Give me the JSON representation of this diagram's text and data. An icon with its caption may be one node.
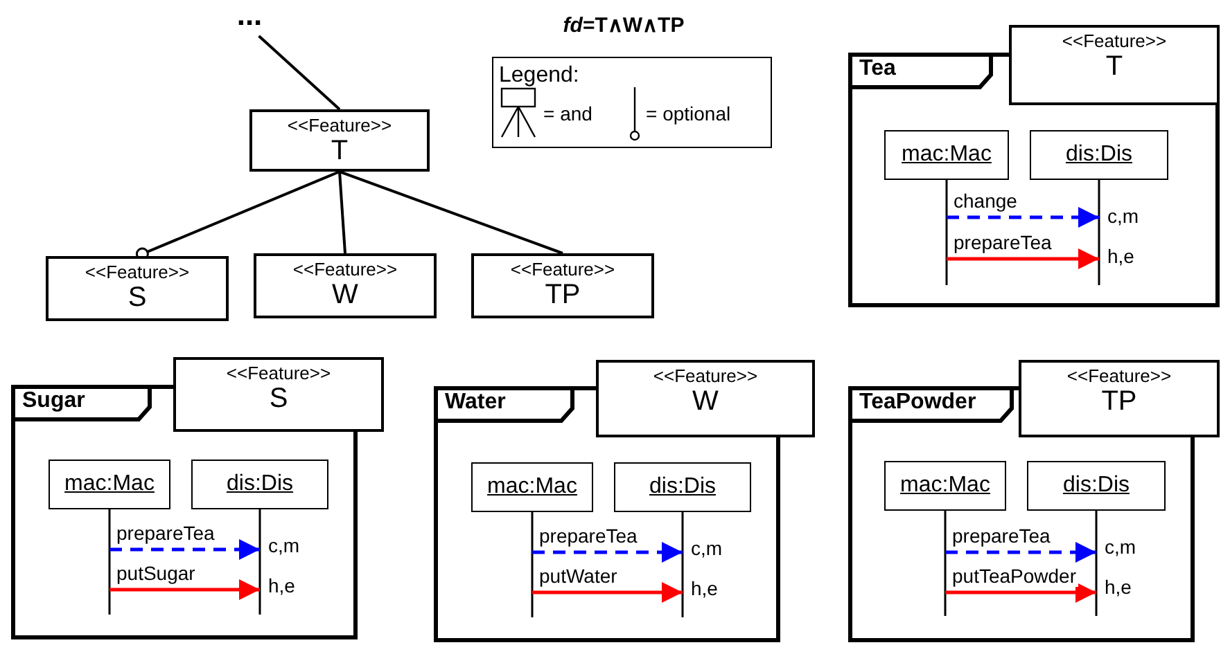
{
  "diagram": {
    "title": "*fd*=T∧W∧TP",
    "nodes": [
      {
        "text": [
          "..."
        ]
      },
      {
        "text": [
          "<<Feature>>",
          "T"
        ]
      },
      {
        "text": [
          "<<Feature>>",
          "S"
        ]
      },
      {
        "text": [
          "<<Feature>>",
          "W"
        ]
      },
      {
        "text": [
          "<<Feature>>",
          "TP"
        ]
      },
      {
        "text": [
          "Tea"
        ]
      },
      {
        "text": [
          "<<Feature>>",
          "T"
        ]
      },
      {
        "text": [
          "mac:Mac"
        ],
        "in": 5
      },
      {
        "text": [
          "dis:Dis"
        ],
        "in": 5,
        "beside": [
          "c,m",
          "h,e"
        ]
      },
      {
        "text": [
          "Sugar"
        ]
      },
      {
        "text": [
          "<<Feature>>",
          "S"
        ]
      },
      {
        "text": [
          "mac:Mac"
        ],
        "in": 9
      },
      {
        "text": [
          "dis:Dis"
        ],
        "in": 9,
        "beside": [
          "c,m",
          "h,e"
        ]
      },
      {
        "text": [
          "Water"
        ]
      },
      {
        "text": [
          "<<Feature>>",
          "W"
        ]
      },
      {
        "text": [
          "mac:Mac"
        ],
        "in": 13
      },
      {
        "text": [
          "dis:Dis"
        ],
        "in": 13,
        "beside": [
          "c,m",
          "h,e"
        ]
      },
      {
        "text": [
          "TeaPowder"
        ]
      },
      {
        "text": [
          "<<Feature>>",
          "TP"
        ]
      },
      {
        "text": [
          "mac:Mac"
        ],
        "in": 17
      },
      {
        "text": [
          "dis:Dis"
        ],
        "in": 17,
        "beside": [
          "c,m",
          "h,e"
        ]
      }
    ],
    "edges": [
      {
        "from": 0,
        "to": 1,
        "arrow": "none"
      },
      {
        "from": 1,
        "to": 2,
        "arrow": "other"
      },
      {
        "from": 1,
        "to": 3,
        "arrow": "none"
      },
      {
        "from": 1,
        "to": 4,
        "arrow": "none"
      },
      {
        "from": 7,
        "to": 8,
        "arrow": "to",
        "label": "change",
        "style": "dashed",
        "color": "#0000ff"
      },
      {
        "from": 7,
        "to": 8,
        "arrow": "to",
        "label": "prepareTea",
        "color": "#ff0000"
      },
      {
        "from": 11,
        "to": 12,
        "arrow": "to",
        "label": "prepareTea",
        "style": "dashed",
        "color": "#0000ff"
      },
      {
        "from": 11,
        "to": 12,
        "arrow": "to",
        "label": "putSugar",
        "color": "#ff0000"
      },
      {
        "from": 15,
        "to": 16,
        "arrow": "to",
        "label": "prepareTea",
        "style": "dashed",
        "color": "#0000ff"
      },
      {
        "from": 15,
        "to": 16,
        "arrow": "to",
        "label": "putWater",
        "color": "#ff0000"
      },
      {
        "from": 19,
        "to": 20,
        "arrow": "to",
        "label": "prepareTea",
        "style": "dashed",
        "color": "#0000ff"
      },
      {
        "from": 19,
        "to": 20,
        "arrow": "to",
        "label": "putTeaPowder",
        "color": "#ff0000"
      }
    ],
    "labels": [
      "Legend:"
    ],
    "legend": [
      {
        "text": "= and"
      },
      {
        "text": "= optional"
      }
    ]
  }
}
